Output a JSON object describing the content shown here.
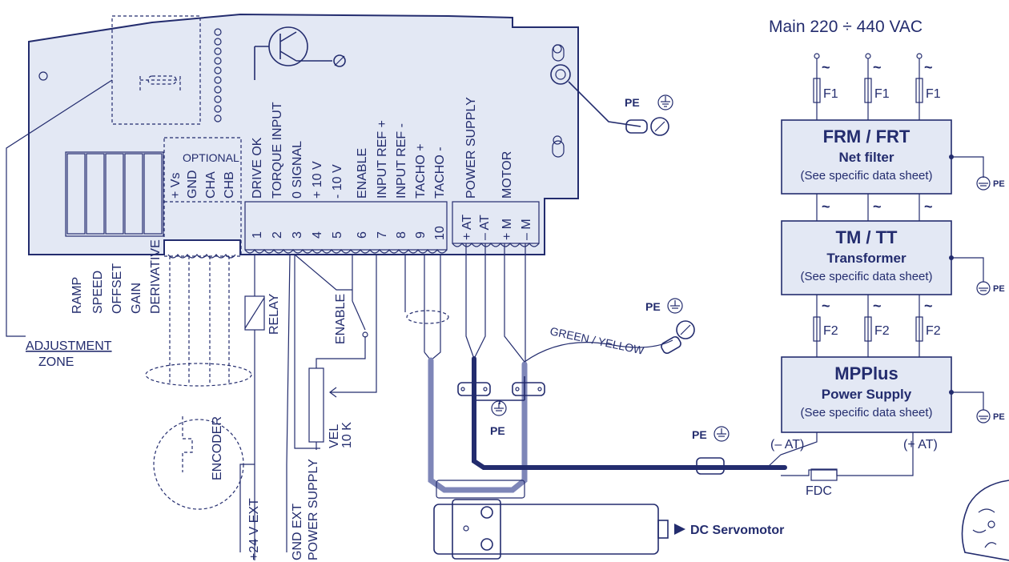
{
  "mains": {
    "label": "Main  220 ÷ 440 VAC",
    "tilde": "~"
  },
  "fuses": {
    "f1": "F1",
    "f2": "F2",
    "fdc": "FDC"
  },
  "boxes": {
    "frm": {
      "title": "FRM / FRT",
      "subtitle": "Net filter",
      "note": "(See specific data sheet)"
    },
    "tm": {
      "title": "TM / TT",
      "subtitle": "Transformer",
      "note": "(See specific data sheet)"
    },
    "mpplus": {
      "title": "MPPlus",
      "subtitle": "Power Supply",
      "note": "(See specific data sheet)"
    }
  },
  "pe": "PE",
  "psu_terminals": {
    "neg": "(– AT)",
    "pos": "(+ AT)"
  },
  "adjustment": {
    "trimmers": [
      "RAMP",
      "SPEED",
      "OFFSET",
      "GAIN",
      "DERIVATIVE"
    ],
    "zone_line1": "ADJUSTMENT",
    "zone_line2": "ZONE"
  },
  "optional": {
    "title": "OPTIONAL",
    "signals": [
      "+ Vs",
      "GND",
      "CHA",
      "CHB"
    ]
  },
  "terminals": {
    "numbers": [
      "1",
      "2",
      "3",
      "4",
      "5",
      "6",
      "7",
      "8",
      "9",
      "10"
    ],
    "labels": [
      "DRIVE OK",
      "TORQUE INPUT",
      "0 SIGNAL",
      "+ 10 V",
      "- 10 V",
      "ENABLE",
      "INPUT REF +",
      "INPUT REF -",
      "TACHO +",
      "TACHO -"
    ]
  },
  "power": {
    "supply_label": "POWER SUPPLY",
    "motor_label": "MOTOR",
    "terms": [
      "+ AT",
      "– AT",
      "+ M",
      "– M"
    ]
  },
  "wiring": {
    "relay": "RELAY",
    "enable": "ENABLE",
    "vel": "VEL",
    "vel_value": "10 K",
    "encoder": "ENCODER",
    "ext24": "+24 V EXT",
    "gnd_ext1": "GND EXT",
    "gnd_ext2": "POWER SUPPLY",
    "green_yellow": "GREEN / YELLOW"
  },
  "motor": {
    "label": "DC Servomotor"
  }
}
